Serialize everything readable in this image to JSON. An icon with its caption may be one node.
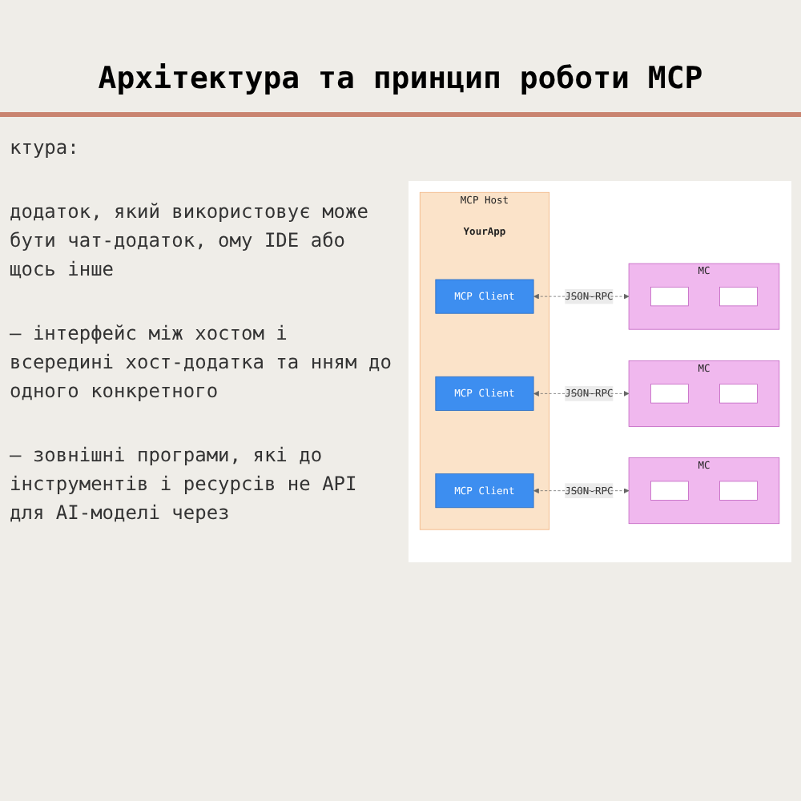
{
  "diagram": {
    "title": "Архітектура та принцип роботи MCP",
    "nodes": [
      {
        "text": [
          "MCP Host"
        ]
      },
      {
        "text": [
          "YourApp"
        ],
        "in": 0
      },
      {
        "text": [
          "MCP Client"
        ],
        "in": 0
      },
      {
        "text": [
          "MCP Client"
        ],
        "in": 0
      },
      {
        "text": [
          "MCP Client"
        ],
        "in": 0
      },
      {
        "text": [
          "MC"
        ]
      },
      {
        "text": [],
        "shape": "box",
        "in": 5
      },
      {
        "text": [],
        "shape": "box",
        "in": 5
      },
      {
        "text": [
          "MC"
        ]
      },
      {
        "text": [],
        "shape": "box",
        "in": 8
      },
      {
        "text": [],
        "shape": "box",
        "in": 8
      },
      {
        "text": [
          "MC"
        ]
      },
      {
        "text": [],
        "shape": "box",
        "in": 11
      },
      {
        "text": [],
        "shape": "box",
        "in": 11
      }
    ],
    "edges": [
      {
        "from": 2,
        "to": 5,
        "arrow": "both",
        "label": "JSON-RPC",
        "style": "dashed"
      },
      {
        "from": 3,
        "to": 8,
        "arrow": "both",
        "label": "JSON-RPC",
        "style": "dashed"
      },
      {
        "from": 4,
        "to": 11,
        "arrow": "both",
        "label": "JSON-RPC",
        "style": "dashed"
      }
    ],
    "labels": [
      "ктура:",
      "додаток, який використовує може бути чат-додаток, ому IDE або щось інше",
      "– інтерфейс між хостом і всередині хост-додатка та нням до одного конкретного",
      "– зовнішні програми, які до інструментів і ресурсів не API для AI-моделі через"
    ]
  }
}
